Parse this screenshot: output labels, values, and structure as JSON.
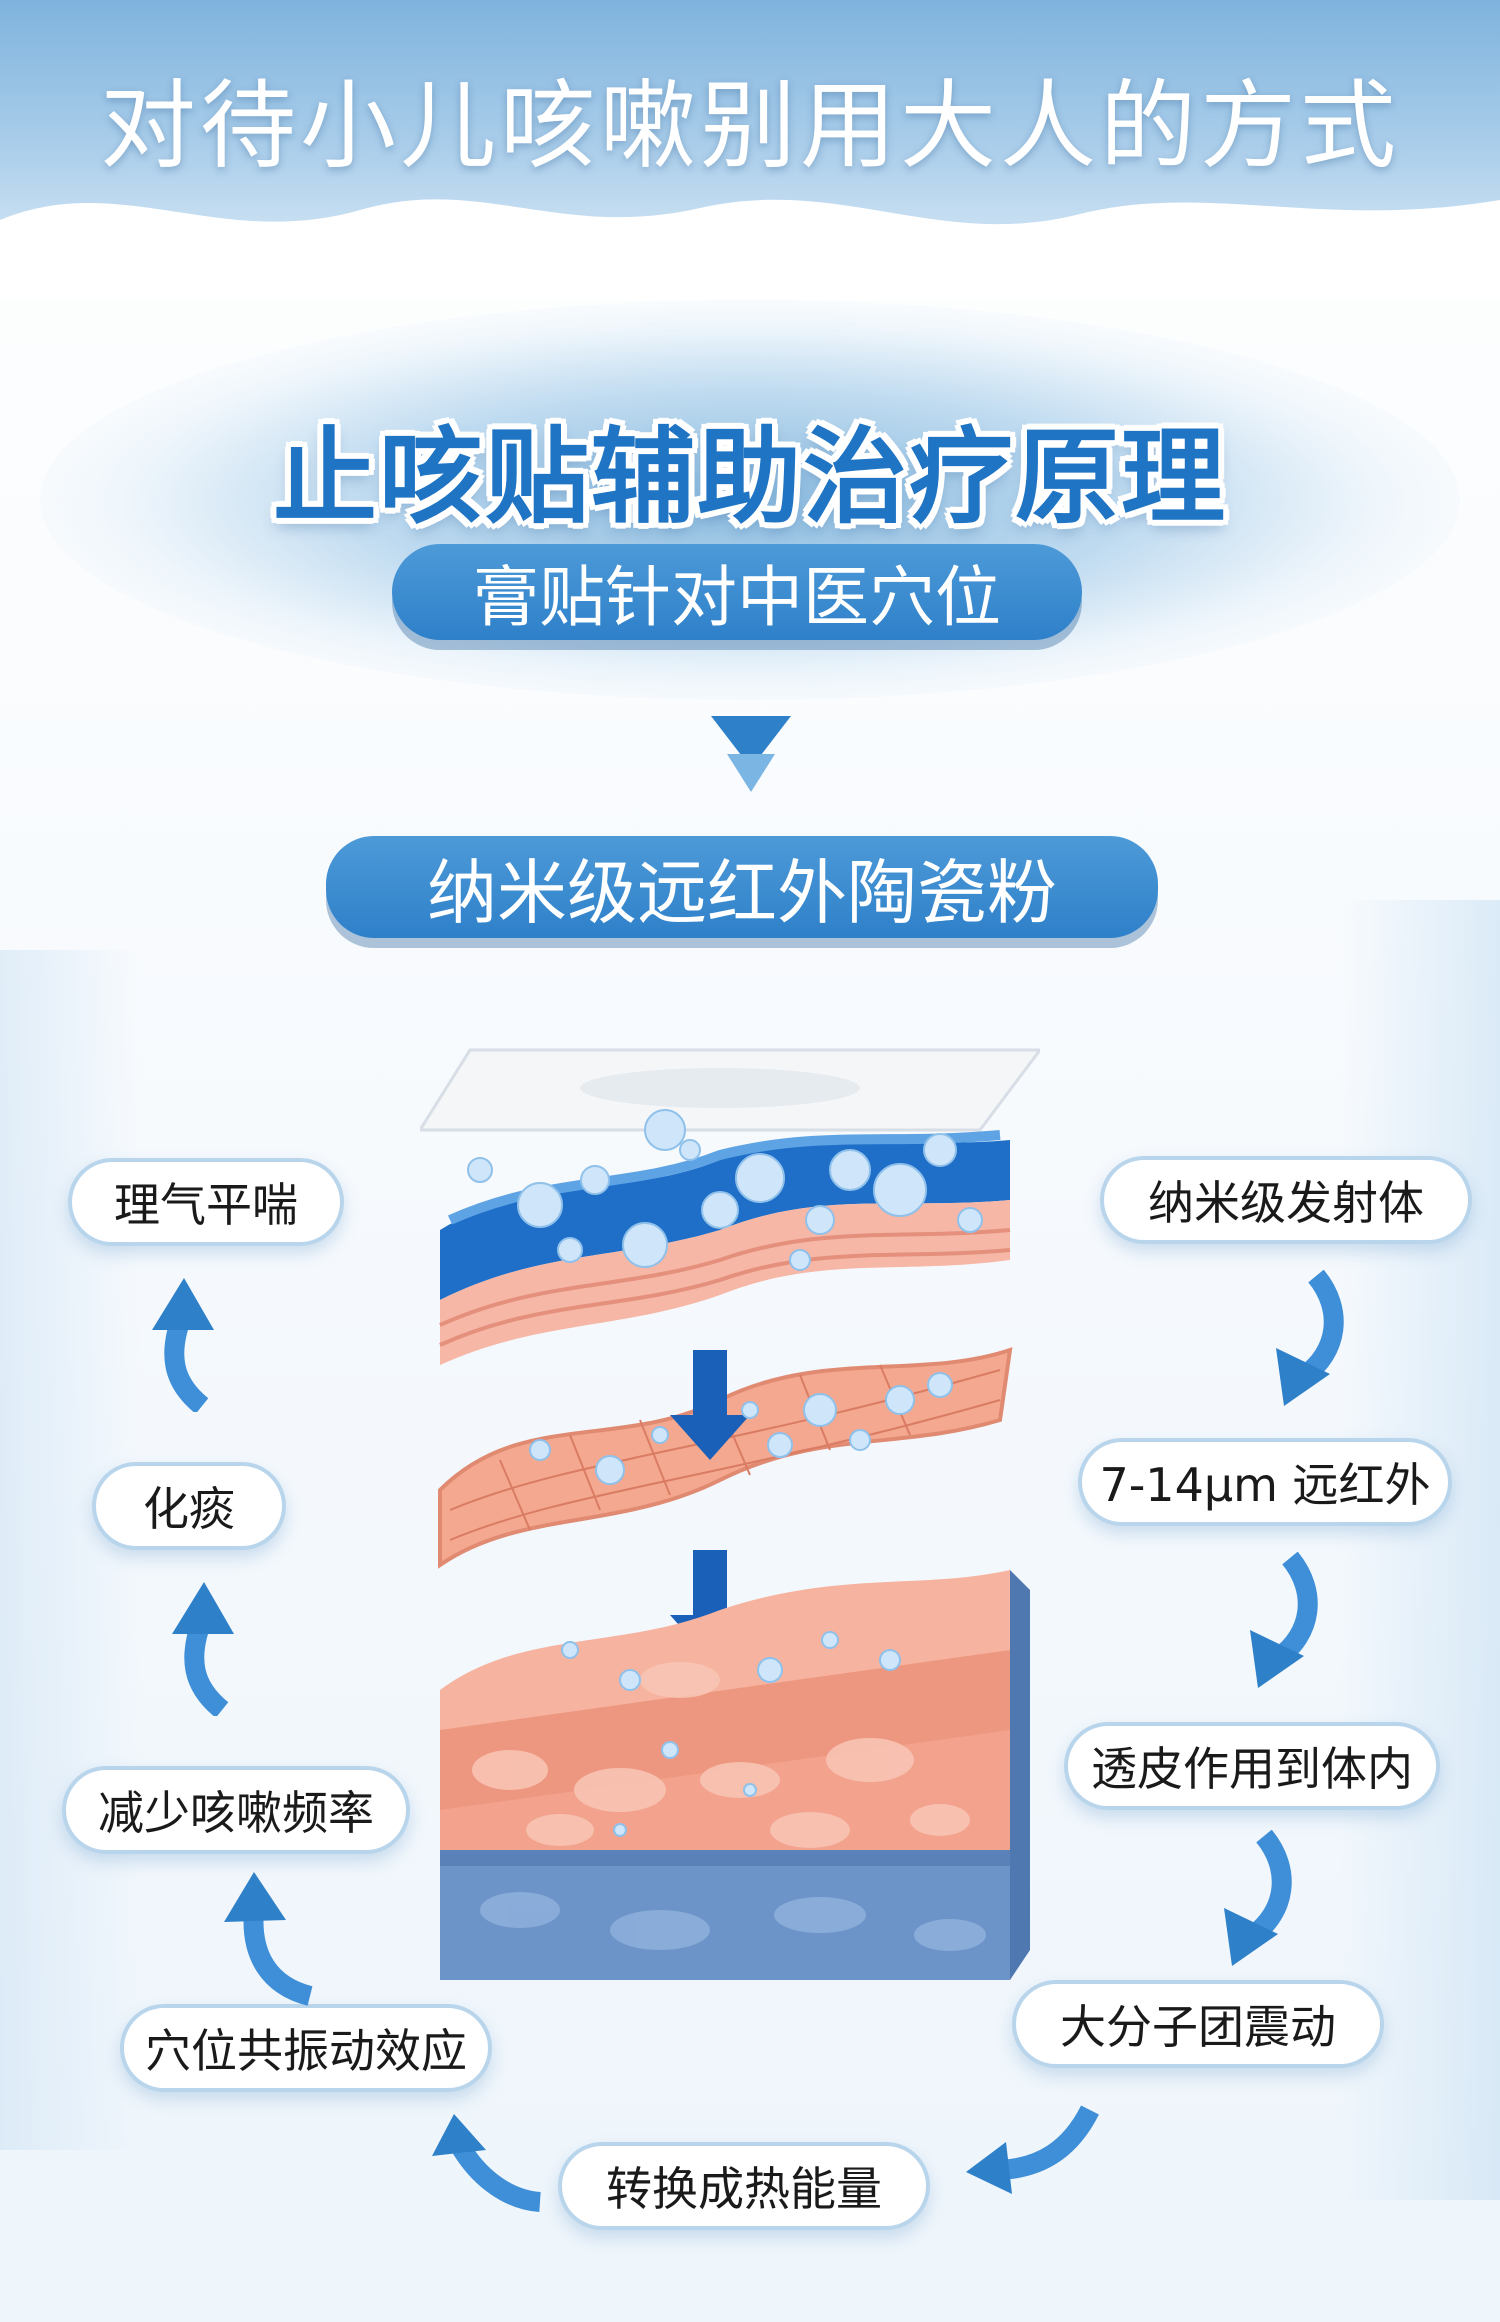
{
  "banner": {
    "title": "对待小儿咳嗽别用大人的方式"
  },
  "hero": {
    "title": "止咳贴辅助治疗原理",
    "subtitle": "膏贴针对中医穴位",
    "technology": "纳米级远红外陶瓷粉"
  },
  "flow": {
    "right_steps": [
      "纳米级发射体",
      "7-14μm 远红外",
      "透皮作用到体内",
      "大分子团震动"
    ],
    "bottom_step": "转换成热能量",
    "left_steps": [
      "穴位共振动效应",
      "减少咳嗽频率",
      "化痰",
      "理气平喘"
    ]
  },
  "colors": {
    "brand_blue": "#2e80c9",
    "title_blue": "#1f74c4",
    "skin_pink": "#f2a28d",
    "tissue_blue": "#6d94c9"
  },
  "icons": {
    "down_arrow": "triangle-down-icon",
    "flow_arrow": "curved-arrow-icon"
  }
}
